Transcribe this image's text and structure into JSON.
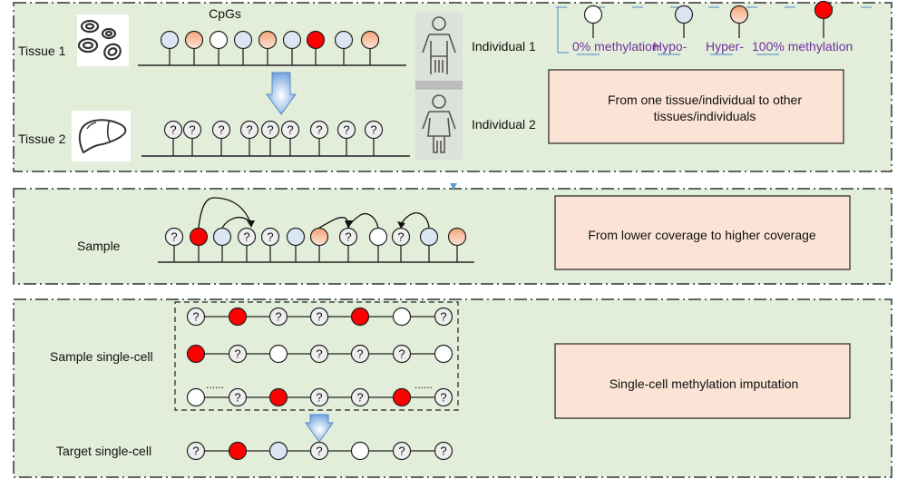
{
  "colors": {
    "panel_bg": "#e2eed9",
    "box_fill": "#fbe4d5",
    "unmethylated": "#ffffff",
    "hypo": "#dbe6f3",
    "hyper": "#f4b48e",
    "methylated": "#ff0000",
    "unknown": "#eeeeee",
    "legend_text": "#7030a0",
    "arrow": "#7aa7dc"
  },
  "panel1": {
    "cpgs_label": "CpGs",
    "tissue1_label": "Tissue 1",
    "tissue2_label": "Tissue 2",
    "individual1_label": "Individual 1",
    "individual2_label": "Individual 2",
    "tissue1_icon": "blood-cells-icon",
    "tissue2_icon": "liver-icon",
    "individual_icon": "person-icon",
    "tissue1_sites": [
      "hypo",
      "hyper",
      "unmethylated",
      "hypo",
      "hyper",
      "hypo",
      "methylated",
      "hypo",
      "hyper"
    ],
    "tissue2_sites": [
      "unknown",
      "unknown",
      "unknown",
      "unknown",
      "unknown",
      "unknown",
      "unknown",
      "unknown",
      "unknown"
    ],
    "description": [
      "From one tissue/individual to other",
      "tissues/individuals"
    ]
  },
  "legend": [
    {
      "state": "unmethylated",
      "label": "0% methylation"
    },
    {
      "state": "hypo",
      "label": "Hypo-"
    },
    {
      "state": "hyper",
      "label": "Hyper-"
    },
    {
      "state": "methylated",
      "label": "100% methylation"
    }
  ],
  "panel2": {
    "sample_label": "Sample",
    "sites": [
      "unknown",
      "methylated",
      "hypo",
      "unknown",
      "unknown",
      "hypo",
      "hyper",
      "unknown",
      "unmethylated",
      "unknown",
      "hypo",
      "hyper"
    ],
    "description": "From lower coverage to higher coverage"
  },
  "panel3": {
    "sample_label": "Sample single-cell",
    "target_label": "Target single-cell",
    "sample_rows": [
      [
        "unknown",
        "methylated",
        "unknown",
        "unknown",
        "methylated",
        "unmethylated",
        "unknown"
      ],
      [
        "methylated",
        "unknown",
        "unmethylated",
        "unknown",
        "unknown",
        "unknown",
        "unmethylated"
      ],
      [
        "unmethylated",
        "unknown",
        "methylated",
        "unknown",
        "unknown",
        "methylated",
        "unknown"
      ]
    ],
    "ellipsis": "......",
    "target_row": [
      "unknown",
      "methylated",
      "hypo",
      "unknown",
      "unmethylated",
      "unknown",
      "unknown"
    ],
    "description": "Single-cell methylation imputation"
  },
  "unknown_glyph": "?"
}
